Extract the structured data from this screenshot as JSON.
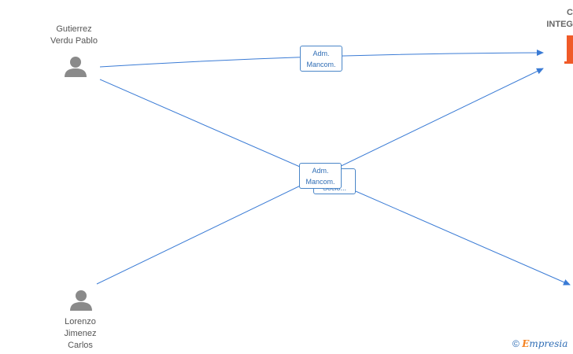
{
  "people": [
    {
      "name": "Gutierrez\nVerdu Pablo"
    },
    {
      "name": "Lorenzo\nJimenez\nCarlos"
    }
  ],
  "company": {
    "label": "C\nINTEG",
    "icon": "building-icon"
  },
  "edges": [
    {
      "label": "Adm.\nMancom."
    },
    {
      "label": "Adm.\nMancom."
    },
    {
      "label": "Socio..."
    }
  ],
  "colors": {
    "edge": "#3a7bd5",
    "person_icon": "#8a8a8a",
    "company_icon": "#f05a28"
  },
  "watermark": {
    "copyright": "©",
    "brand_initial": "E",
    "brand_rest": "mpresia"
  }
}
